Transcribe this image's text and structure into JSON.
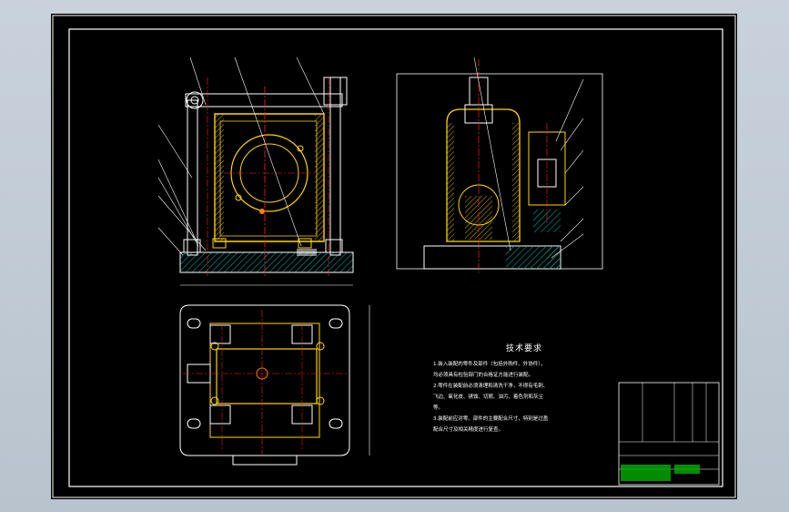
{
  "drawing": {
    "technical_requirements": {
      "title": "技术要求",
      "lines": [
        "1.装入装配的零件及部件（包括外购件、外协件），",
        "均必须具有检验部门的合格证方能进行装配。",
        "2.零件在装配前必须清理和清洗干净，不得有毛刺、",
        "飞边、氧化皮、锈蚀、切屑、油污、着色剂和灰尘",
        "等。",
        "3.装配前应对零、部件的主要配合尺寸，特别是过盈",
        "配合尺寸及相关精度进行复查。"
      ]
    },
    "colors": {
      "background": "#000000",
      "frame": "#ffffff",
      "part_outline": "#ffffff",
      "workpiece": "#ffd700",
      "hatch": "#00a0a0",
      "centerline": "#ff2020",
      "table_fill": "#00b000"
    }
  }
}
